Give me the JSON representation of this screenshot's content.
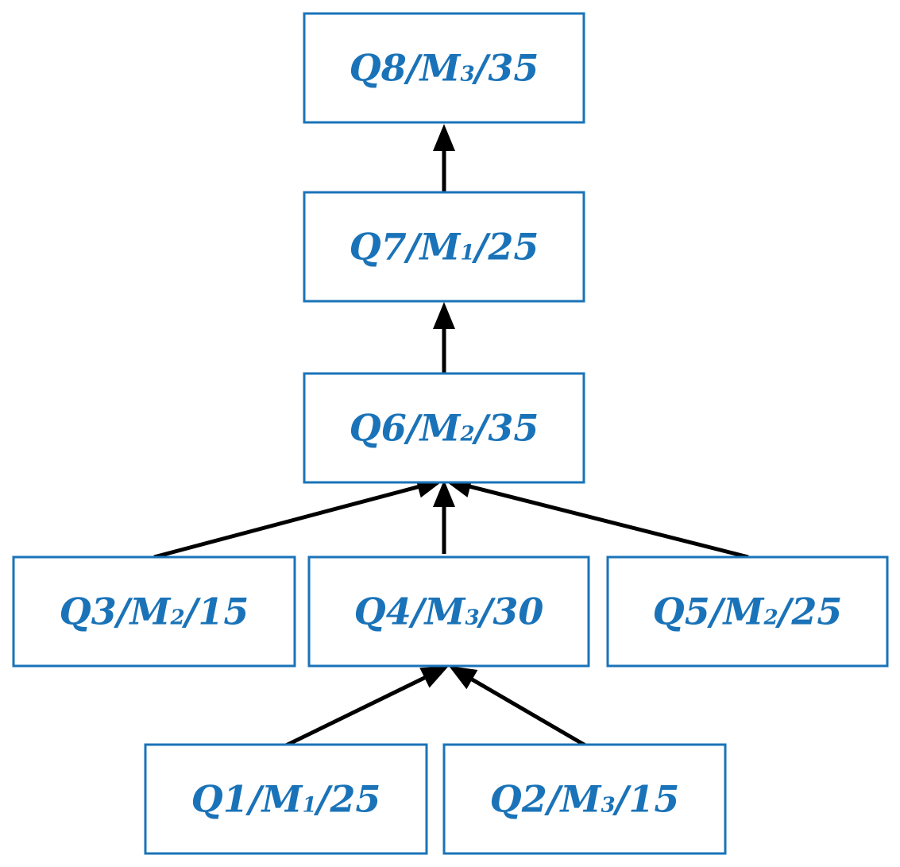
{
  "nodes": [
    {
      "id": "q8",
      "op": "Q8",
      "machine": "M",
      "machine_sub": "3",
      "time": "35"
    },
    {
      "id": "q7",
      "op": "Q7",
      "machine": "M",
      "machine_sub": "1",
      "time": "25"
    },
    {
      "id": "q6",
      "op": "Q6",
      "machine": "M",
      "machine_sub": "2",
      "time": "35"
    },
    {
      "id": "q3",
      "op": "Q3",
      "machine": "M",
      "machine_sub": "2",
      "time": "15"
    },
    {
      "id": "q4",
      "op": "Q4",
      "machine": "M",
      "machine_sub": "3",
      "time": "30"
    },
    {
      "id": "q5",
      "op": "Q5",
      "machine": "M",
      "machine_sub": "2",
      "time": "25"
    },
    {
      "id": "q1",
      "op": "Q1",
      "machine": "M",
      "machine_sub": "1",
      "time": "25"
    },
    {
      "id": "q2",
      "op": "Q2",
      "machine": "M",
      "machine_sub": "3",
      "time": "15"
    }
  ],
  "edges": [
    {
      "from": "q7",
      "to": "q8"
    },
    {
      "from": "q6",
      "to": "q7"
    },
    {
      "from": "q3",
      "to": "q6"
    },
    {
      "from": "q4",
      "to": "q6"
    },
    {
      "from": "q5",
      "to": "q6"
    },
    {
      "from": "q1",
      "to": "q4"
    },
    {
      "from": "q2",
      "to": "q4"
    }
  ],
  "colors": {
    "node_border": "#1a73b8",
    "node_text": "#1a73b8",
    "edge": "#000000"
  }
}
